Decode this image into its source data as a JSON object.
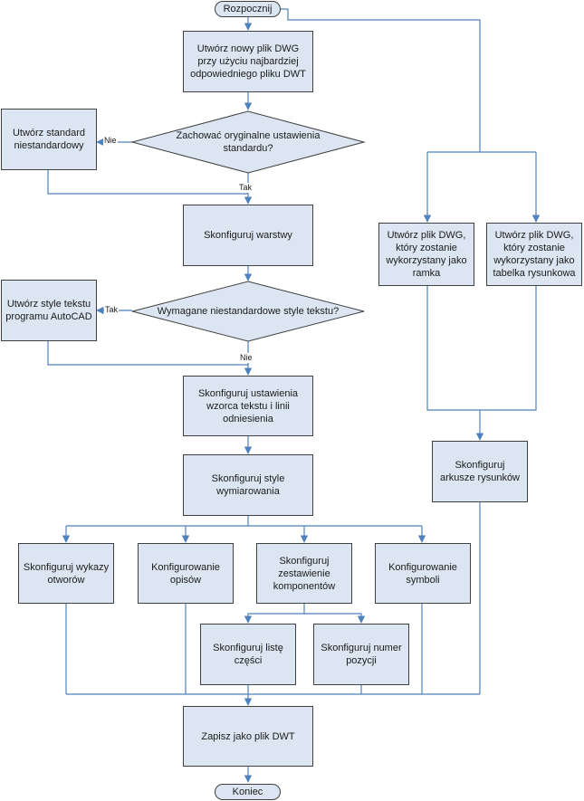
{
  "nodes": {
    "start": "Rozpocznij",
    "create_dwg": "Utwórz nowy plik DWG przy użyciu najbardziej odpowiedniego pliku DWT",
    "decision_keep": "Zachować oryginalne ustawienia standardu?",
    "create_standard": "Utwórz standard niestandardowy",
    "layers": "Skonfiguruj warstwy",
    "decision_styles": "Wymagane niestandardowe style tekstu?",
    "create_text_styles": "Utwórz style tekstu programu AutoCAD",
    "leader_settings": "Skonfiguruj ustawienia wzorca tekstu i linii odniesienia",
    "dim_styles": "Skonfiguruj style wymiarowania",
    "hole_tables": "Skonfiguruj wykazy otworów",
    "annotations": "Konfigurowanie opisów",
    "components": "Skonfiguruj zestawienie komponentów",
    "symbols": "Konfigurowanie symboli",
    "parts_list": "Skonfiguruj listę części",
    "item_number": "Skonfiguruj numer pozycji",
    "save_dwt": "Zapisz jako plik DWT",
    "end": "Koniec",
    "frame_dwg": "Utwórz plik DWG, który zostanie wykorzystany jako ramka",
    "title_block_dwg": "Utwórz plik DWG, który zostanie wykorzystany jako tabelka rysunkowa",
    "sheets": "Skonfiguruj arkusze rysunków"
  },
  "labels": {
    "keep_no": "Nie",
    "keep_yes": "Tak",
    "styles_yes": "Tak",
    "styles_no": "Nie"
  },
  "colors": {
    "node_fill": "#dce6f2",
    "node_border": "#404040",
    "connector": "#4f81bd"
  }
}
